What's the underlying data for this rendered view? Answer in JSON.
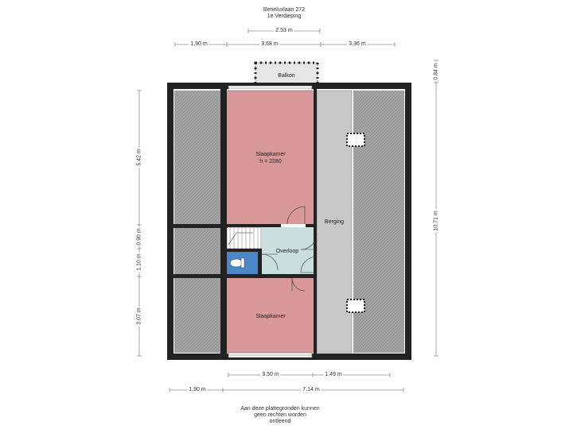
{
  "header": {
    "title": "Beneluxlaan 272",
    "subtitle": "1e Verdieping"
  },
  "dimensions": {
    "top_center": "2.53 m",
    "top_left": "1.90 m",
    "top_mid": "3.68 m",
    "top_right": "3.36 m",
    "bottom_mid1": "3.50 m",
    "bottom_mid2": "1.49 m",
    "bottom_left": "1.90 m",
    "bottom_right": "7.14 m",
    "left_top": "5.42 m",
    "left_mid1": "0.90 m",
    "left_mid2": "1.10 m",
    "left_bottom": "3.07 m",
    "right_top": "0.84 m",
    "right_main": "10.71 m"
  },
  "rooms": {
    "balkon": "Balkon",
    "slaapkamer1": "Slaapkamer",
    "slaapkamer1_height": "h = 2280",
    "berging": "Berging",
    "overloop": "Overloop",
    "slaapkamer2": "Slaapkamer"
  },
  "footer": {
    "line1": "Aan deze plattegronden kunnen",
    "line2": "geen rechten worden",
    "line3": "ontleend"
  },
  "colors": {
    "wall": "#222222",
    "bedroom": "#d9999b",
    "landing": "#c9dedd",
    "storage": "#c8c8c8",
    "bathroom": "#4a86c8",
    "roof": "#9a9a9a",
    "balcony": "#e6e6e6"
  }
}
